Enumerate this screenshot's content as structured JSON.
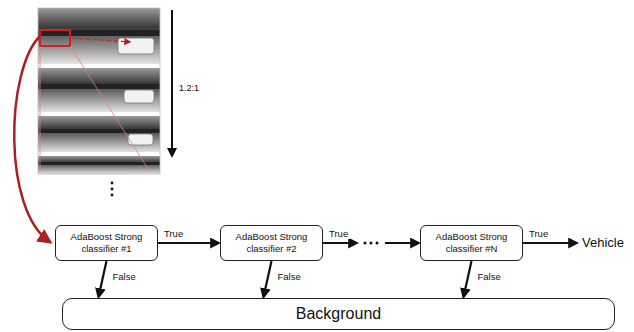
{
  "diagram": {
    "nodes": [
      {
        "text": [
          "AdaBoost Strong classifier #1"
        ]
      },
      {
        "text": [
          "AdaBoost Strong classifier #2"
        ]
      },
      {
        "text": [
          "AdaBoost Strong classifier #N"
        ]
      },
      {
        "text": [
          "Background"
        ]
      }
    ],
    "edges": [
      {
        "from": 0,
        "to": 1,
        "arrow": "to",
        "label": "True"
      },
      {
        "from": 1,
        "to": 2,
        "arrow": "to",
        "label": "True"
      },
      {
        "from": 0,
        "to": 3,
        "arrow": "to",
        "label": "False"
      },
      {
        "from": 1,
        "to": 3,
        "arrow": "to",
        "label": "False"
      },
      {
        "from": 2,
        "to": 3,
        "arrow": "to",
        "label": "False"
      }
    ],
    "labels": [
      "1.2:1",
      "True",
      "Vehicle"
    ]
  }
}
